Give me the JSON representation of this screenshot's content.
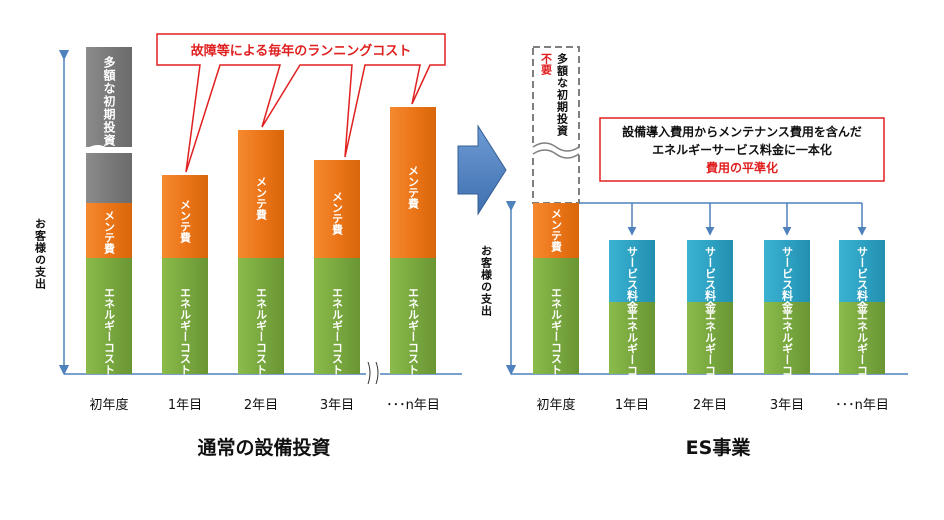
{
  "left": {
    "title": "通常の設備投資",
    "y_axis_label": "お客様の支出",
    "callout": "故障等による毎年のランニングコスト",
    "initial_investment_label": "多額な初期投資",
    "maintenance_label": "メンテ費",
    "energy_label": "エネルギーコスト",
    "years": [
      "初年度",
      "1年目",
      "2年目",
      "3年目",
      "･･･n年目"
    ]
  },
  "right": {
    "title": "ES事業",
    "y_axis_label": "お客様の支出",
    "unnecessary_label": "不要",
    "initial_investment_label": "多額な初期投資",
    "maintenance_label": "メンテ費",
    "service_fee_label": "サービス料金",
    "energy_label": "エネルギーコスト",
    "note_line1": "設備導入費用からメンテナンス費用を含んだ",
    "note_line2": "エネルギーサービス料金に一本化",
    "note_line3": "費用の平準化",
    "years": [
      "初年度",
      "1年目",
      "2年目",
      "3年目",
      "･･･n年目"
    ]
  },
  "colors": {
    "energy": "#77a33c",
    "maintenance": "#e46c0a",
    "investment": "#7f7f7f",
    "service": "#31a0c0",
    "axis": "#4f81bd",
    "callout_border": "#e02020",
    "emphasis": "#e02020",
    "arrow": "#4f81bd"
  }
}
